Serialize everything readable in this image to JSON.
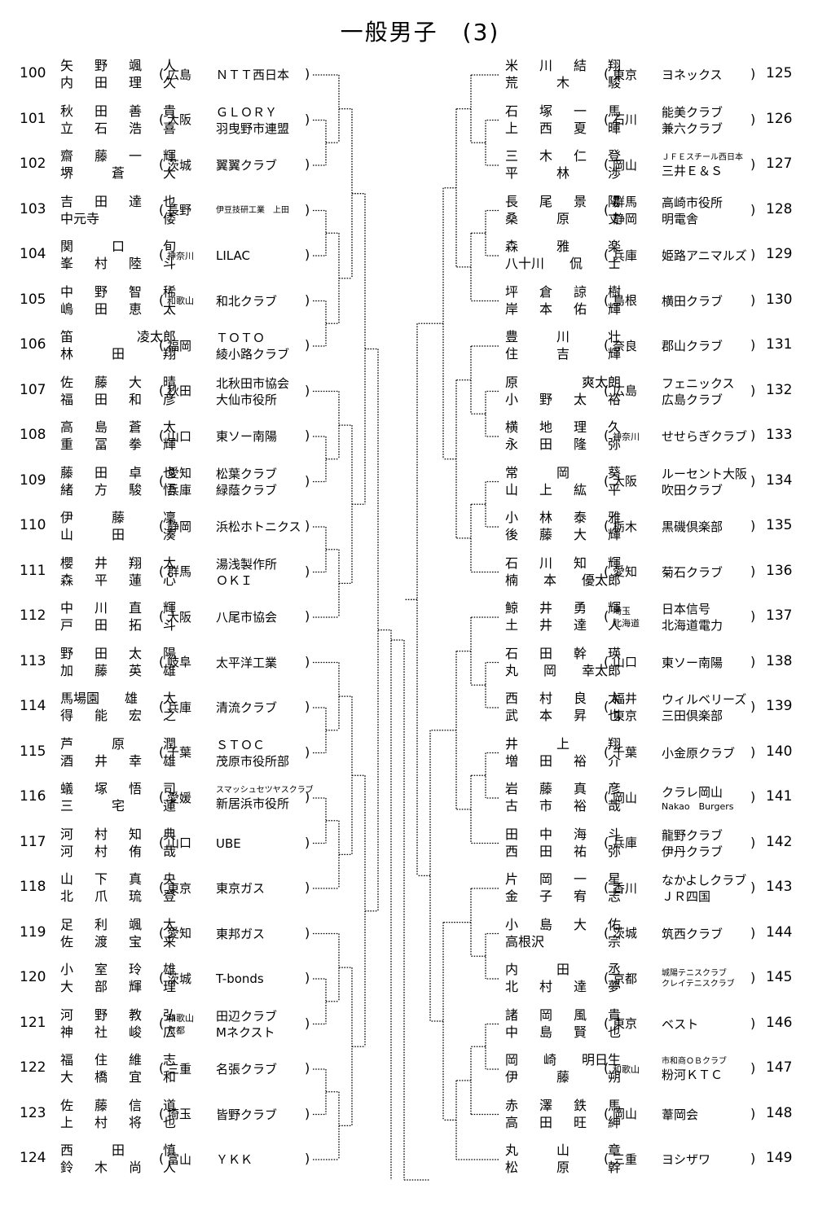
{
  "title": "一般男子　(3)",
  "left": [
    {
      "num": "100",
      "names": [
        "矢　野　颯　人",
        "内　田　理　久"
      ],
      "pref": [
        "広島"
      ],
      "team": [
        "ＮＴＴ西日本"
      ]
    },
    {
      "num": "101",
      "names": [
        "秋　田　善　貴",
        "立　石　浩　喜"
      ],
      "pref": [
        "大阪"
      ],
      "team": [
        "ＧＬＯＲＹ",
        "羽曳野市連盟"
      ]
    },
    {
      "num": "102",
      "names": [
        "齋　藤　一　輝",
        "堺　　　蒼　大"
      ],
      "pref": [
        "茨城"
      ],
      "team": [
        "翼翼クラブ"
      ]
    },
    {
      "num": "103",
      "names": [
        "吉　田　達　也",
        "中元寺　　　倭"
      ],
      "pref": [
        "長野"
      ],
      "team": [
        "伊豆技研工業　上田"
      ],
      "team_size": "small"
    },
    {
      "num": "104",
      "names": [
        "関　口　　　旬",
        "峯　村　陸　斗"
      ],
      "pref": [
        "神奈川"
      ],
      "team": [
        "LILAC"
      ]
    },
    {
      "num": "105",
      "names": [
        "中　野　智　稀",
        "嶋　田　恵　太"
      ],
      "pref": [
        "和歌山"
      ],
      "team": [
        "和北クラブ"
      ]
    },
    {
      "num": "106",
      "names": [
        "笛　　　凌太郎",
        "林　　田　　翔"
      ],
      "pref": [
        "福岡"
      ],
      "team": [
        "ＴＯＴＯ",
        "綾小路クラブ"
      ]
    },
    {
      "num": "107",
      "names": [
        "佐　藤　大　晴",
        "福　田　和　彦"
      ],
      "pref": [
        "秋田"
      ],
      "team": [
        "北秋田市協会",
        "大仙市役所"
      ]
    },
    {
      "num": "108",
      "names": [
        "高　島　蒼　太",
        "重　冨　拳　輝"
      ],
      "pref": [
        "山口"
      ],
      "team": [
        "東ソー南陽"
      ]
    },
    {
      "num": "109",
      "names": [
        "藤　田　卓　也",
        "緒　方　駿　悟"
      ],
      "pref": [
        "愛知",
        "兵庫"
      ],
      "team": [
        "松葉クラブ",
        "緑蔭クラブ"
      ]
    },
    {
      "num": "110",
      "names": [
        "伊　藤　　　凜",
        "山　田　　　湊"
      ],
      "pref": [
        "静岡"
      ],
      "team": [
        "浜松ホトニクス"
      ]
    },
    {
      "num": "111",
      "names": [
        "櫻　井　翔　太",
        "森　平　蓮　心"
      ],
      "pref": [
        "群馬"
      ],
      "team": [
        "湯浅製作所",
        "ＯＫＩ"
      ]
    },
    {
      "num": "112",
      "names": [
        "中　川　直　輝",
        "戸　田　拓　斗"
      ],
      "pref": [
        "大阪"
      ],
      "team": [
        "八尾市協会"
      ]
    },
    {
      "num": "113",
      "names": [
        "野　田　太　陽",
        "加　藤　英　雄"
      ],
      "pref": [
        "岐阜"
      ],
      "team": [
        "太平洋工業"
      ]
    },
    {
      "num": "114",
      "names": [
        "馬場園　雄　太",
        "得　能　宏　之"
      ],
      "pref": [
        "兵庫"
      ],
      "team": [
        "清流クラブ"
      ]
    },
    {
      "num": "115",
      "names": [
        "芦　原　　　潤",
        "酒　井　幸　雄"
      ],
      "pref": [
        "千葉"
      ],
      "team": [
        "ＳＴＯＣ",
        "茂原市役所部"
      ]
    },
    {
      "num": "116",
      "names": [
        "蟻　塚　悟　司",
        "三　宅　　　蓮"
      ],
      "pref": [
        "愛媛"
      ],
      "team": [
        "スマッシュセツヤスクラブ",
        "新居浜市役所"
      ],
      "team_first_small": true
    },
    {
      "num": "117",
      "names": [
        "河　村　知　典",
        "河　村　侑　哉"
      ],
      "pref": [
        "山口"
      ],
      "team": [
        "UBE"
      ]
    },
    {
      "num": "118",
      "names": [
        "山　下　真　央",
        "北　爪　琉　登"
      ],
      "pref": [
        "東京"
      ],
      "team": [
        "東京ガス"
      ]
    },
    {
      "num": "119",
      "names": [
        "足　利　颯　太",
        "佐　渡　宝　来"
      ],
      "pref": [
        "愛知"
      ],
      "team": [
        "東邦ガス"
      ]
    },
    {
      "num": "120",
      "names": [
        "小　室　玲　雄",
        "大　部　輝　理"
      ],
      "pref": [
        "茨城"
      ],
      "team": [
        "T-bonds"
      ]
    },
    {
      "num": "121",
      "names": [
        "河　野　教　弘",
        "神　社　峻　広"
      ],
      "pref": [
        "和歌山",
        "京都"
      ],
      "team": [
        "田辺クラブ",
        "Mネクスト"
      ]
    },
    {
      "num": "122",
      "names": [
        "福　住　維　志",
        "大　橋　宜　和"
      ],
      "pref": [
        "三重"
      ],
      "team": [
        "名張クラブ"
      ]
    },
    {
      "num": "123",
      "names": [
        "佐　藤　信　道",
        "上　村　将　也"
      ],
      "pref": [
        "埼玉"
      ],
      "team": [
        "皆野クラブ"
      ]
    },
    {
      "num": "124",
      "names": [
        "西　田　　　慎",
        "鈴　木　尚　人"
      ],
      "pref": [
        "富山"
      ],
      "team": [
        "ＹＫＫ"
      ]
    }
  ],
  "right": [
    {
      "num": "125",
      "names": [
        "米　川　結　翔",
        "荒　木　　　駿"
      ],
      "pref": [
        "東京"
      ],
      "team": [
        "ヨネックス"
      ]
    },
    {
      "num": "126",
      "names": [
        "石　塚　一　馬",
        "上　西　夏　暉"
      ],
      "pref": [
        "石川"
      ],
      "team": [
        "能美クラブ",
        "兼六クラブ"
      ]
    },
    {
      "num": "127",
      "names": [
        "三　木　仁　登",
        "平　林　　　渉"
      ],
      "pref": [
        "岡山"
      ],
      "team": [
        "ＪＦＥスチール西日本",
        "三井Ｅ＆Ｓ"
      ],
      "team_first_small": true
    },
    {
      "num": "128",
      "names": [
        "長　尾　景　陽",
        "桑　原　　　丈"
      ],
      "pref": [
        "群馬",
        "静岡"
      ],
      "team": [
        "高崎市役所",
        "明電舎"
      ]
    },
    {
      "num": "129",
      "names": [
        "森　　　雅　楽",
        "八十川　侃　士"
      ],
      "pref": [
        "兵庫"
      ],
      "team": [
        "姫路アニマルズ"
      ]
    },
    {
      "num": "130",
      "names": [
        "坪　倉　諒　樹",
        "岸　本　佑　輝"
      ],
      "pref": [
        "島根"
      ],
      "team": [
        "横田クラブ"
      ]
    },
    {
      "num": "131",
      "names": [
        "豊　川　　　壮",
        "住　吉　　　輝"
      ],
      "pref": [
        "奈良"
      ],
      "team": [
        "郡山クラブ"
      ]
    },
    {
      "num": "132",
      "names": [
        "原　　　爽太朗",
        "小　野　太　裕"
      ],
      "pref": [
        "広島"
      ],
      "team": [
        "フェニックス",
        "広島クラブ"
      ]
    },
    {
      "num": "133",
      "names": [
        "横　地　理　久",
        "永　田　隆　弥"
      ],
      "pref": [
        "神奈川"
      ],
      "team": [
        "せせらぎクラブ"
      ]
    },
    {
      "num": "134",
      "names": [
        "常　岡　　　葵",
        "山　上　紘　平"
      ],
      "pref": [
        "大阪"
      ],
      "team": [
        "ルーセント大阪",
        "吹田クラブ"
      ]
    },
    {
      "num": "135",
      "names": [
        "小　林　泰　雅",
        "後　藤　大　輝"
      ],
      "pref": [
        "栃木"
      ],
      "team": [
        "黒磯倶楽部"
      ]
    },
    {
      "num": "136",
      "names": [
        "石　川　知　輝",
        "楠　本　優太郎"
      ],
      "pref": [
        "愛知"
      ],
      "team": [
        "菊石クラブ"
      ]
    },
    {
      "num": "137",
      "names": [
        "鯨　井　勇　輝",
        "土　井　達　人"
      ],
      "pref": [
        "埼玉",
        "北海道"
      ],
      "team": [
        "日本信号",
        "北海道電力"
      ]
    },
    {
      "num": "138",
      "names": [
        "石　田　幹　瑛",
        "丸　岡　幸太郎"
      ],
      "pref": [
        "山口"
      ],
      "team": [
        "東ソー南陽"
      ]
    },
    {
      "num": "139",
      "names": [
        "西　村　良　太",
        "武　本　昇　也"
      ],
      "pref": [
        "福井",
        "東京"
      ],
      "team": [
        "ウィルベリーズ",
        "三田倶楽部"
      ]
    },
    {
      "num": "140",
      "names": [
        "井　上　　　翔",
        "増　田　裕　介"
      ],
      "pref": [
        "千葉"
      ],
      "team": [
        "小金原クラブ"
      ]
    },
    {
      "num": "141",
      "names": [
        "岩　藤　真　彦",
        "古　市　裕　哉"
      ],
      "pref": [
        "岡山"
      ],
      "team": [
        "クラレ岡山",
        "Nakao　Burgers"
      ],
      "team_second_small": true
    },
    {
      "num": "142",
      "names": [
        "田　中　海　斗",
        "西　田　祐　弥"
      ],
      "pref": [
        "兵庫"
      ],
      "team": [
        "龍野クラブ",
        "伊丹クラブ"
      ]
    },
    {
      "num": "143",
      "names": [
        "片　岡　一　星",
        "金　子　宥　志"
      ],
      "pref": [
        "香川"
      ],
      "team": [
        "なかよしクラブ",
        "ＪＲ四国"
      ]
    },
    {
      "num": "144",
      "names": [
        "小　島　大　佑",
        "高根沢　　　宗"
      ],
      "pref": [
        "茨城"
      ],
      "team": [
        "筑西クラブ"
      ]
    },
    {
      "num": "145",
      "names": [
        "内　田　　　丞",
        "北　村　達　夢"
      ],
      "pref": [
        "京都"
      ],
      "team": [
        "城陽テニスクラブ",
        "クレイテニスクラブ"
      ],
      "team_size": "small"
    },
    {
      "num": "146",
      "names": [
        "諸　岡　風　貴",
        "中　島　賢　也"
      ],
      "pref": [
        "東京"
      ],
      "team": [
        "ベスト"
      ]
    },
    {
      "num": "147",
      "names": [
        "岡　崎　明日生",
        "伊　藤　　　朔"
      ],
      "pref": [
        "和歌山"
      ],
      "team": [
        "市和商ＯＢクラブ",
        "粉河ＫＴＣ"
      ],
      "team_first_small": true
    },
    {
      "num": "148",
      "names": [
        "赤　澤　鉄　馬",
        "高　田　旺　紳"
      ],
      "pref": [
        "岡山"
      ],
      "team": [
        "葦岡会"
      ]
    },
    {
      "num": "149",
      "names": [
        "丸　山　　　章",
        "松　原　　　幹"
      ],
      "pref": [
        "三重"
      ],
      "team": [
        "ヨシザワ"
      ]
    }
  ]
}
